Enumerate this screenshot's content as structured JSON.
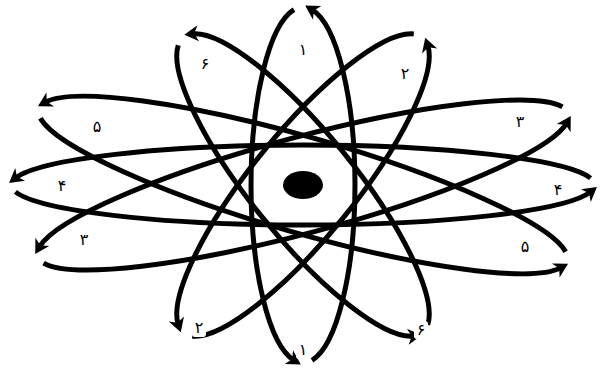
{
  "diagram": {
    "labels": [
      "۱",
      "۶",
      "۲",
      "۵",
      "۳",
      "۴",
      "۴",
      "۳",
      "۵",
      "۲",
      "۶",
      "۱"
    ]
  }
}
